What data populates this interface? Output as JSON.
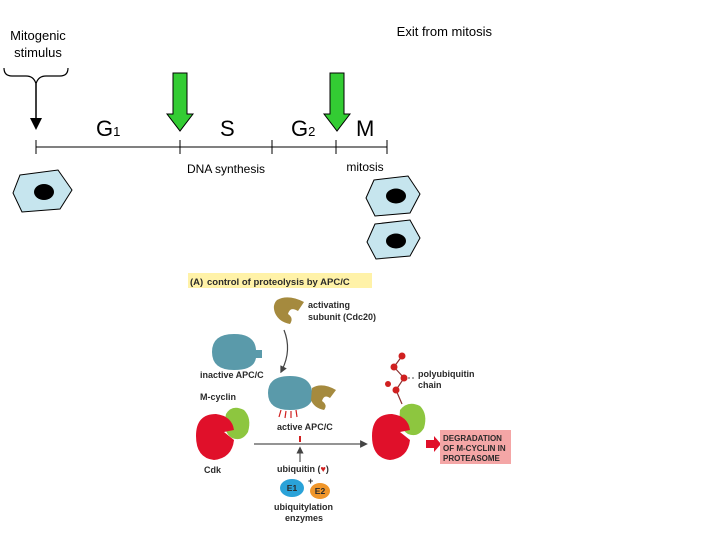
{
  "cycle": {
    "stimulus_line1": "Mitogenic",
    "stimulus_line2": "stimulus",
    "exit_label": "Exit from mitosis",
    "phases": {
      "g1": "G",
      "g1_sub": "1",
      "s": "S",
      "g2": "G",
      "g2_sub": "2",
      "m": "M"
    },
    "dna_label": "DNA synthesis",
    "mitosis_label": "mitosis"
  },
  "figure": {
    "panel_label": "(A)",
    "panel_title": "control of proteolysis by APC/C",
    "activating_line1": "activating",
    "activating_line2": "subunit (Cdc20)",
    "inactive_label": "inactive APC/C",
    "mcyclin_label": "M-cyclin",
    "active_label": "active APC/C",
    "cdk_label": "Cdk",
    "ubiquitin_label": "ubiquitin (",
    "ubiquitin_close": ")",
    "e1": "E1",
    "e2": "E2",
    "plus": "+",
    "ubiq_line1": "ubiquitylation",
    "ubiq_line2": "enzymes",
    "poly_line1": "polyubiquitin",
    "poly_line2": "chain",
    "degr_line1": "DEGRADATION",
    "degr_line2": "OF M-CYCLIN IN",
    "degr_line3": "PROTEASOME"
  },
  "colors": {
    "arrow_green": "#33cc33",
    "cell_fill": "#c6e5ee",
    "apc_blue": "#5a9aaa",
    "cdc20_olive": "#a58a3e",
    "cyclin_green": "#8dc63f",
    "cdk_red": "#e0102a",
    "degradation_box": "#f4a6a6",
    "e1_blue": "#2aa2d8",
    "e2_orange": "#f0962a",
    "panel_highlight": "#fff2a8"
  }
}
